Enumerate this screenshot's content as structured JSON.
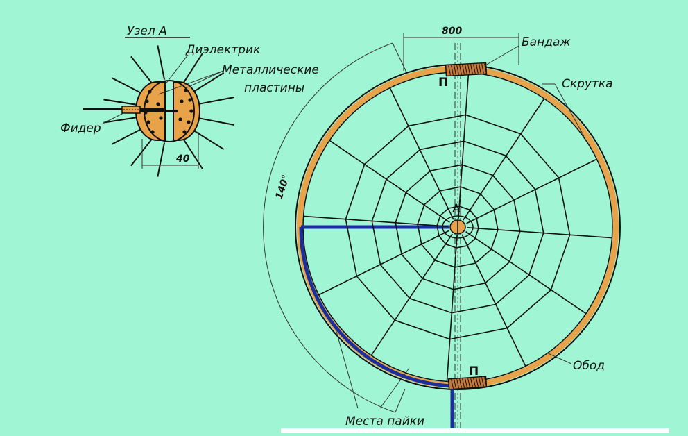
{
  "node_detail": {
    "title": "Узел А",
    "dielectric": "Диэлектрик",
    "metal_plates_line1": "Металлические",
    "metal_plates_line2": "пластины",
    "feeder": "Фидер",
    "gap": "40"
  },
  "antenna": {
    "width_dim": "800",
    "bandage": "Бандаж",
    "twist": "Скрутка",
    "angle": "140°",
    "center": "А",
    "tie_top": "П",
    "tie_bottom": "П",
    "rim": "Обод",
    "solder_points": "Места пайки"
  },
  "colors": {
    "background": "#9ff5d4",
    "rim": "#e8a24a",
    "feeder": "#1a2f9c",
    "ink": "#111111"
  }
}
